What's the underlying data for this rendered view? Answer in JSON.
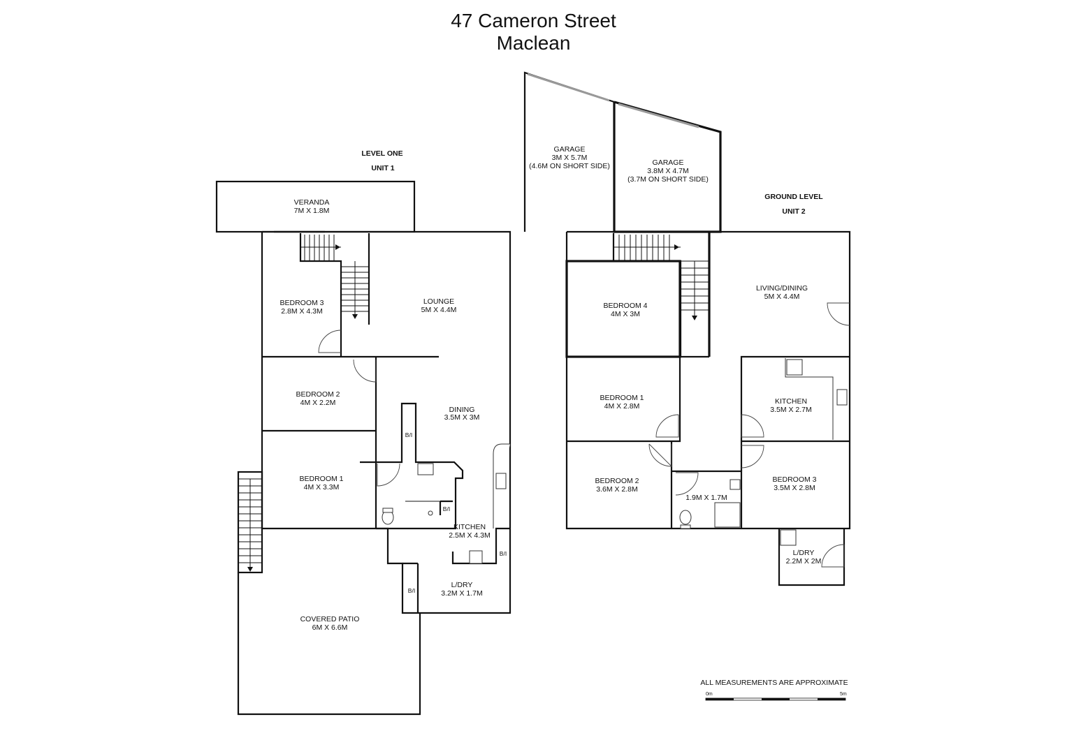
{
  "header": {
    "line1": "47 Cameron Street",
    "line2": "Maclean"
  },
  "levels": {
    "level_one": {
      "name": "LEVEL ONE",
      "unit": "UNIT 1"
    },
    "ground": {
      "name": "GROUND LEVEL",
      "unit": "UNIT 2"
    }
  },
  "unit1": {
    "veranda": {
      "name": "VERANDA",
      "size": "7M X 1.8M"
    },
    "bedroom3": {
      "name": "BEDROOM 3",
      "size": "2.8M X 4.3M"
    },
    "lounge": {
      "name": "LOUNGE",
      "size": "5M X 4.4M"
    },
    "bedroom2": {
      "name": "BEDROOM 2",
      "size": "4M X 2.2M"
    },
    "dining": {
      "name": "DINING",
      "size": "3.5M X 3M"
    },
    "bedroom1": {
      "name": "BEDROOM 1",
      "size": "4M X 3.3M"
    },
    "kitchen": {
      "name": "KITCHEN",
      "size": "2.5M X 4.3M"
    },
    "laundry": {
      "name": "L/DRY",
      "size": "3.2M X 1.7M"
    },
    "patio": {
      "name": "COVERED PATIO",
      "size": "6M X 6.6M"
    },
    "bi_labels": [
      "B/I",
      "B/I",
      "B/I",
      "B/I"
    ]
  },
  "unit2": {
    "garage1": {
      "name": "GARAGE",
      "size": "3M X 5.7M",
      "note": "(4.6M ON SHORT SIDE)"
    },
    "garage2": {
      "name": "GARAGE",
      "size": "3.8M X 4.7M",
      "note": "(3.7M ON SHORT SIDE)"
    },
    "living": {
      "name": "LIVING/DINING",
      "size": "5M X 4.4M"
    },
    "bedroom4": {
      "name": "BEDROOM 4",
      "size": "4M X 3M"
    },
    "bedroom1": {
      "name": "BEDROOM 1",
      "size": "4M X 2.8M"
    },
    "kitchen": {
      "name": "KITCHEN",
      "size": "3.5M X 2.7M"
    },
    "bedroom2": {
      "name": "BEDROOM 2",
      "size": "3.6M X 2.8M"
    },
    "bathroom": {
      "size": "1.9M X 1.7M"
    },
    "bedroom3": {
      "name": "BEDROOM 3",
      "size": "3.5M X 2.8M"
    },
    "laundry": {
      "name": "L/DRY",
      "size": "2.2M X 2M"
    }
  },
  "footer": {
    "note": "ALL MEASUREMENTS ARE APPROXIMATE",
    "scale_start": "0m",
    "scale_end": "5m"
  }
}
